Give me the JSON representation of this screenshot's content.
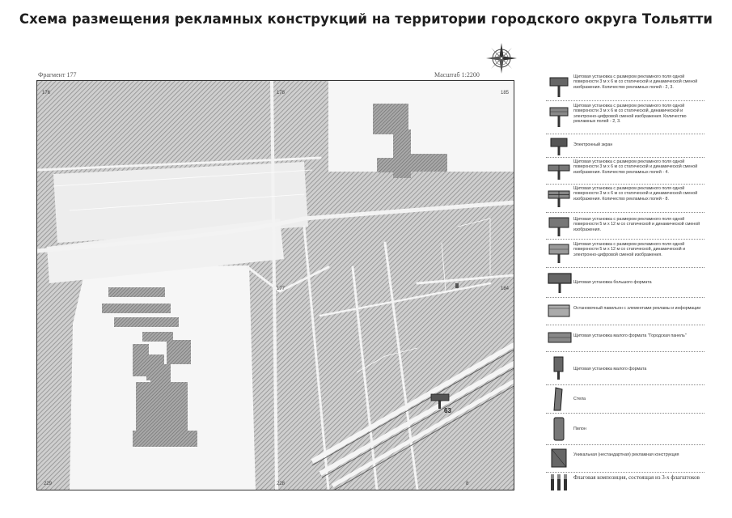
{
  "title": "Схема размещения рекламных конструкций на территории городского округа Тольятти",
  "fragment_label": "Фрагмент 177",
  "scale_label": "Масштаб 1:2200",
  "map": {
    "sheet_numbers": [
      "176",
      "178",
      "185",
      "177",
      "184",
      "229",
      "228",
      "8"
    ],
    "marker_label": "63"
  },
  "legend": [
    {
      "icon": "billboard-3x6-icon",
      "text": "Щитовая установка с размером рекламного поля одной поверхности 3 м х 6 м со статической и динамической сменой изображения. Количество рекламных полей - 2, 3."
    },
    {
      "icon": "billboard-3x6-digital-icon",
      "text": "Щитовая установка с размером рекламного поля одной поверхности 3 м х 6 м со статической, динамической и электронно-цифровой сменой изображения. Количество рекламных полей - 2, 3."
    },
    {
      "icon": "electronic-screen-icon",
      "text": "Электронный экран"
    },
    {
      "icon": "billboard-3x6-four-icon",
      "text": "Щитовая установка с размером рекламного поля одной поверхности 3 м х 6 м со статической и динамической сменой изображения. Количество рекламных полей - 4."
    },
    {
      "icon": "billboard-3x6-eight-icon",
      "text": "Щитовая установка с размером рекламного поля одной поверхности 3 м х 6 м со статической и динамической сменой изображения. Количество рекламных полей - 8."
    },
    {
      "icon": "billboard-5x12-icon",
      "text": "Щитовая установка с размером рекламного поля одной поверхности 5 м х 12 м со статической и динамической сменой изображения."
    },
    {
      "icon": "billboard-5x12-digital-icon",
      "text": "Щитовая установка с размером рекламного поля одной поверхности 5 м х 12 м со статической, динамической и электронно-цифровой сменой изображения."
    },
    {
      "icon": "large-billboard-icon",
      "text": "Щитовая установка большого формата"
    },
    {
      "icon": "pavilion-icon",
      "text": "Остановочный павильон с элементами рекламы и информации"
    },
    {
      "icon": "small-city-format-icon",
      "text": "Щитовая установка малого формата \"Городская панель\""
    },
    {
      "icon": "small-format-icon",
      "text": "Щитовая установка малого формата"
    },
    {
      "icon": "stela-icon",
      "text": "Стела"
    },
    {
      "icon": "pylon-icon",
      "text": "Пилон"
    },
    {
      "icon": "unique-structure-icon",
      "text": "Уникальная (нестандартная) рекламная конструкция"
    },
    {
      "icon": "flag-composition-icon",
      "text": "Флаговая композиция, состоящая из 3-х флагштоков"
    }
  ],
  "colors": {
    "hatch": "#9a9a9a",
    "building": "#8c8c8c",
    "line": "#333333"
  }
}
